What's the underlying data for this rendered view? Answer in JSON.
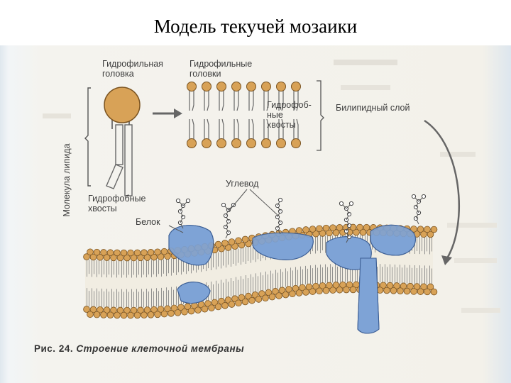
{
  "slide": {
    "title": "Модель текучей мозаики"
  },
  "labels": {
    "hydrophilic_head": "Гидрофильная\nголовка",
    "hydrophilic_heads": "Гидрофильные\nголовки",
    "hydrophobic_tails_right": "Гидрофоб-\nные\nхвосты",
    "bilipid_layer": "Билипидный слой",
    "lipid_molecule": "Молекула липида",
    "hydrophobic_tails_left": "Гидрофобные\nхвосты",
    "carbohydrate": "Углевод",
    "protein": "Белок"
  },
  "caption": {
    "number": "Рис. 24.",
    "text": "Строение клеточной мембраны"
  },
  "colors": {
    "head_fill": "#d8a257",
    "head_stroke": "#7a5320",
    "protein_fill": "#7ea3d6",
    "protein_stroke": "#3d5f95",
    "tail_stroke": "#666666"
  }
}
